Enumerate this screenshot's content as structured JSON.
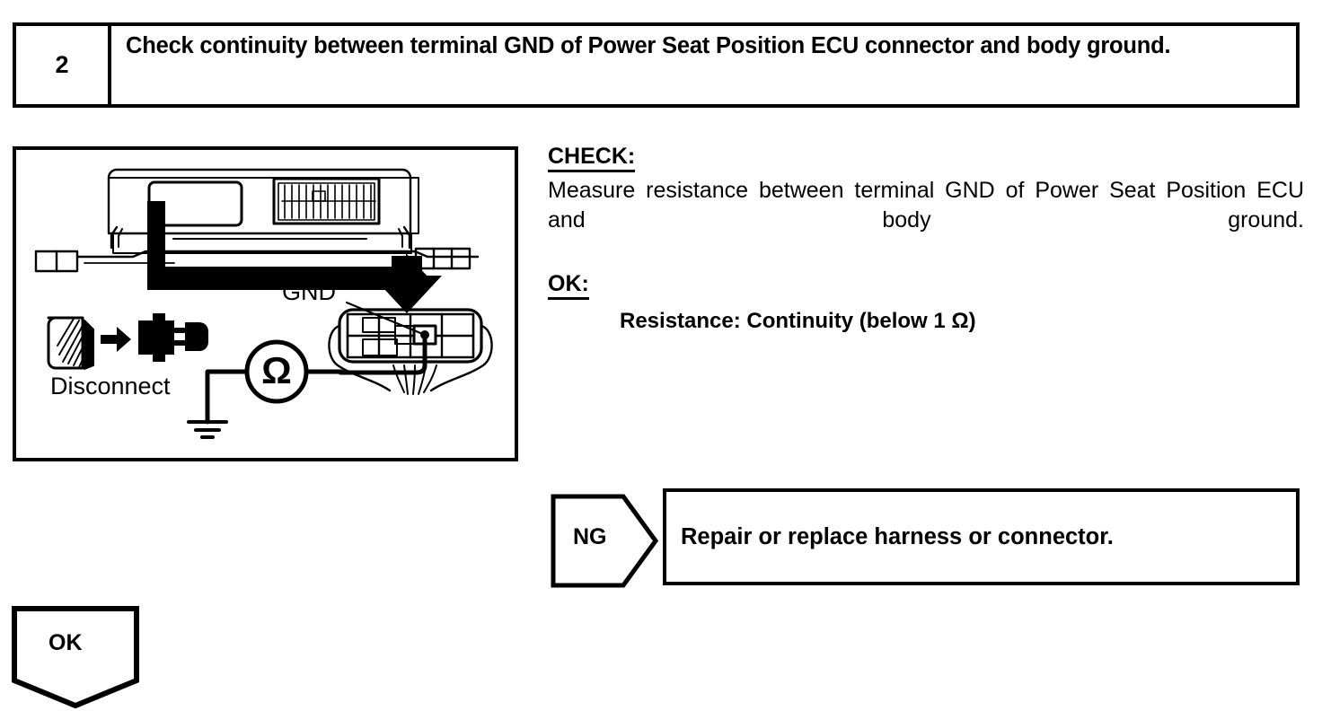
{
  "step": {
    "number": "2",
    "title": "Check continuity between terminal GND of Power Seat Position ECU connector and body ground."
  },
  "figure": {
    "labels": {
      "terminal": "GND",
      "disconnect": "Disconnect",
      "meter": "Ω"
    },
    "icons": {
      "ecu": "ecu-unit-icon",
      "connector": "connector-detail-icon",
      "ohmmeter": "ohmmeter-icon",
      "ground": "chassis-ground-icon",
      "disconnect": "disconnect-plug-icon",
      "arrow": "zoom-callout-arrow-icon"
    },
    "colors": {
      "line": "#000000",
      "background": "#ffffff"
    }
  },
  "check": {
    "check_label": "CHECK:",
    "check_text": "Measure resistance between terminal GND of Power Seat Position ECU and body ground.",
    "ok_label": "OK:",
    "spec": "Resistance: Continuity (below 1 Ω)"
  },
  "results": {
    "ng_label": "NG",
    "ng_action": "Repair or replace harness or connector.",
    "ok_label": "OK"
  }
}
